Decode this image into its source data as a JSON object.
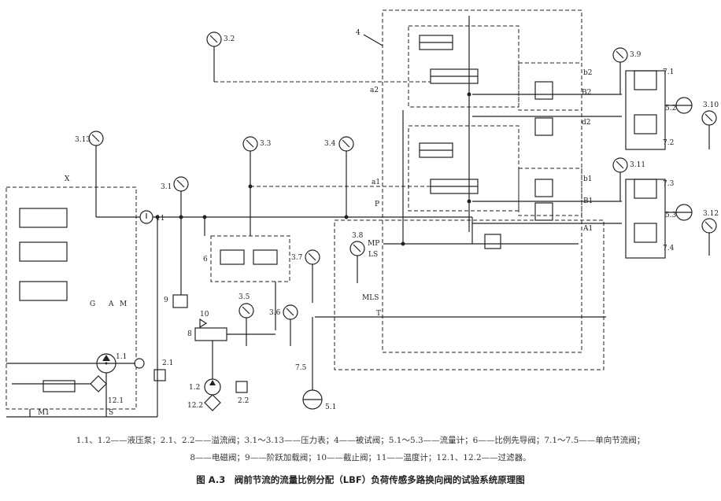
{
  "labels": {
    "gauge_3_1": "3.1",
    "gauge_3_2": "3.2",
    "gauge_3_3": "3.3",
    "gauge_3_4": "3.4",
    "gauge_3_5": "3.5",
    "gauge_3_6": "3.6",
    "gauge_3_7": "3.7",
    "gauge_3_8": "3.8",
    "gauge_3_9": "3.9",
    "gauge_3_10": "3.10",
    "gauge_3_11": "3.11",
    "gauge_3_12": "3.12",
    "gauge_3_13": "3.13",
    "thermo_11": "11",
    "valve_4": "4",
    "pilot_6": "6",
    "check_7_1": "7.1",
    "check_7_2": "7.2",
    "check_7_3": "7.3",
    "check_7_4": "7.4",
    "throttle_7_5": "7.5",
    "flow_5_1": "5.1",
    "flow_5_2": "5.2",
    "flow_5_3": "5.3",
    "pump_1_1": "1.1",
    "pump_1_2": "1.2",
    "relief_2_1": "2.1",
    "relief_2_2": "2.2",
    "filter_12_1": "12.1",
    "filter_12_2": "12.2",
    "solenoid_8": "8",
    "stepload_9": "9",
    "stop_10": "10",
    "port_a2": "a2",
    "port_a1": "a1",
    "port_P": "P",
    "port_MP": "MP",
    "port_LS": "LS",
    "port_MLS": "MLS",
    "port_T": "T",
    "port_b2": "b2",
    "port_B2": "B2",
    "port_d2": "d2",
    "port_b1": "b1",
    "port_B1": "B1",
    "port_A1": "A1",
    "port_X": "X",
    "port_G": "G",
    "port_A": "A",
    "port_M": "M",
    "port_M1": "M1",
    "port_S": "S"
  },
  "legend_line_1": "1.1、1.2——液压泵；2.1、2.2——溢流阀；3.1～3.13——压力表；4——被试阀；5.1～5.3——流量计；6——比例先导阀；7.1～7.5——单向节流阀；",
  "legend_line_2": "8——电磁阀；9——阶跃加载阀；10——截止阀；11——温度计；12.1、12.2——过滤器。",
  "caption": "图 A.3　阀前节流的流量比例分配（LBF）负荷传感多路换向阀的试验系统原理图"
}
